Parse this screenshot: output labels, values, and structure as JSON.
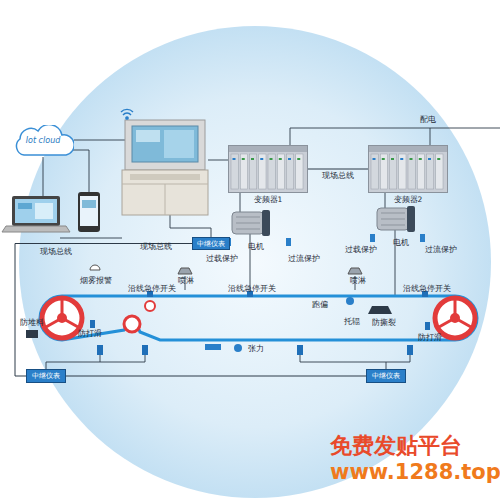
{
  "diagram": {
    "nodes": [
      {
        "text": [
          "Iot cloud"
        ]
      },
      {
        "text": [
          "变频器1"
        ]
      },
      {
        "text": [
          "变频器2"
        ]
      },
      {
        "text": [
          "中继仪表"
        ]
      },
      {
        "text": [
          "中继仪表"
        ]
      },
      {
        "text": [
          "中继仪表"
        ]
      }
    ],
    "edges": [
      {
        "from": 1,
        "to": 2,
        "arrow": "none",
        "label": "现场总线"
      },
      {
        "from": 3,
        "to": 4,
        "arrow": "none"
      },
      {
        "from": 4,
        "to": 5,
        "arrow": "none"
      }
    ],
    "labels": [
      "配电",
      "电机",
      "电机",
      "过载保护",
      "过流保护",
      "过载保护",
      "过流保护",
      "现场总线",
      "现场总线",
      "烟雾报警",
      "喷淋",
      "喷淋",
      "沿线急停开关",
      "沿线急停开关",
      "沿线急停开关",
      "防堆料",
      "防打滑",
      "防打滑",
      "跑偏",
      "托辊",
      "防撕裂",
      "张力",
      "免费发贴平台",
      "www.1288.top"
    ]
  }
}
